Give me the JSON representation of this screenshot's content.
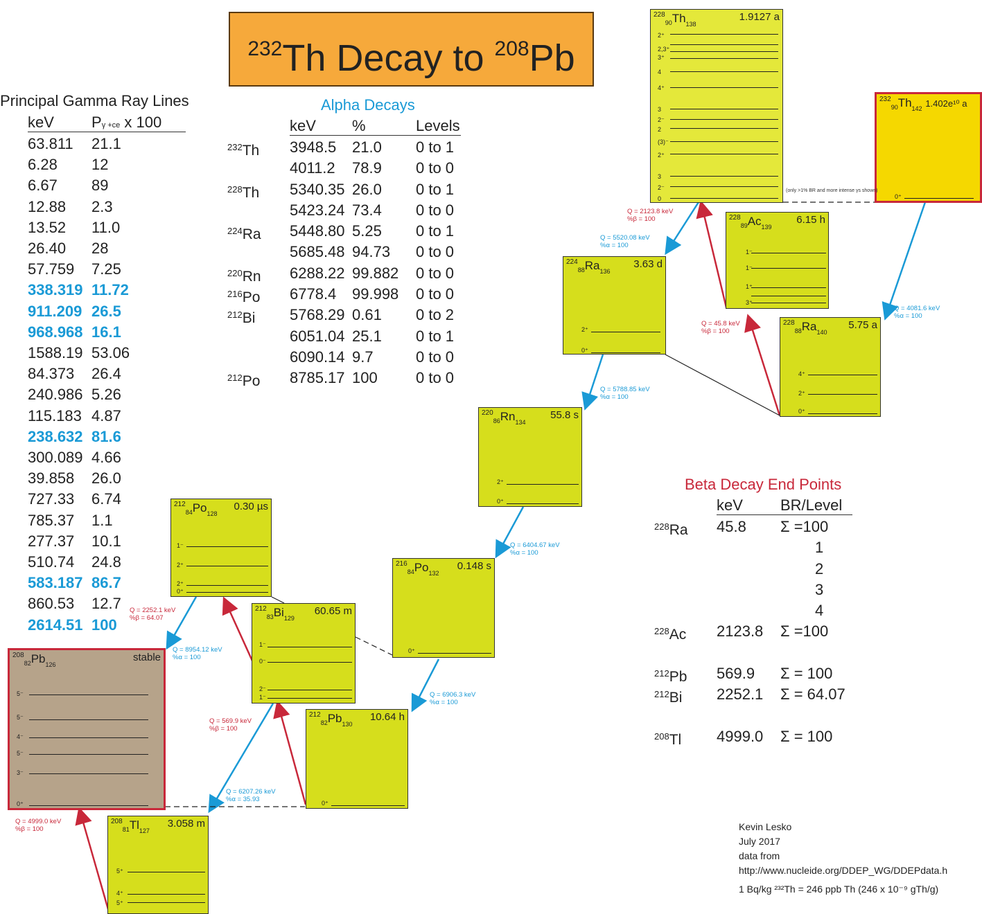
{
  "title": {
    "isotope1": "232",
    "element1": "Th",
    "decay_to": "Decay to",
    "isotope2": "208",
    "element2": "Pb"
  },
  "gamma": {
    "heading": "Principal Gamma Ray Lines",
    "col_kev": "keV",
    "col_p": "P",
    "col_p_sub": "γ +ce",
    "col_p_suffix": " x 100",
    "rows": [
      {
        "e": "63.811",
        "p": "21.1",
        "hl": false
      },
      {
        "e": "6.28",
        "p": "12",
        "hl": false
      },
      {
        "e": "6.67",
        "p": "89",
        "hl": false
      },
      {
        "e": "12.88",
        "p": "2.3",
        "hl": false
      },
      {
        "e": "13.52",
        "p": "11.0",
        "hl": false
      },
      {
        "e": "26.40",
        "p": "28",
        "hl": false
      },
      {
        "e": "57.759",
        "p": "7.25",
        "hl": false
      },
      {
        "e": "338.319",
        "p": "11.72",
        "hl": true
      },
      {
        "e": "911.209",
        "p": "26.5",
        "hl": true
      },
      {
        "e": "968.968",
        "p": "16.1",
        "hl": true
      },
      {
        "e": "1588.19",
        "p": "53.06",
        "hl": false
      },
      {
        "e": "84.373",
        "p": "26.4",
        "hl": false
      },
      {
        "e": "240.986",
        "p": "5.26",
        "hl": false
      },
      {
        "e": "115.183",
        "p": "4.87",
        "hl": false
      },
      {
        "e": "238.632",
        "p": "81.6",
        "hl": true
      },
      {
        "e": "300.089",
        "p": "4.66",
        "hl": false
      },
      {
        "e": "39.858",
        "p": "26.0",
        "hl": false
      },
      {
        "e": "727.33",
        "p": "6.74",
        "hl": false
      },
      {
        "e": "785.37",
        "p": "1.1",
        "hl": false
      },
      {
        "e": "277.37",
        "p": "10.1",
        "hl": false
      },
      {
        "e": "510.74",
        "p": "24.8",
        "hl": false
      },
      {
        "e": "583.187",
        "p": "86.7",
        "hl": true
      },
      {
        "e": "860.53",
        "p": "12.7",
        "hl": false
      },
      {
        "e": "2614.51",
        "p": "100",
        "hl": true
      }
    ]
  },
  "alpha": {
    "heading": "Alpha Decays",
    "col_kev": "keV",
    "col_pct": "%",
    "col_levels": "Levels",
    "rows": [
      {
        "a": "232",
        "el": "Th",
        "e": "3948.5",
        "pct": "21.0",
        "lv": "0 to 1"
      },
      {
        "a": "",
        "el": "",
        "e": "4011.2",
        "pct": "78.9",
        "lv": "0 to 0"
      },
      {
        "a": "228",
        "el": "Th",
        "e": "5340.35",
        "pct": "26.0",
        "lv": "0 to 1"
      },
      {
        "a": "",
        "el": "",
        "e": "5423.24",
        "pct": "73.4",
        "lv": "0 to 0"
      },
      {
        "a": "224",
        "el": "Ra",
        "e": "5448.80",
        "pct": "5.25",
        "lv": "0 to 1"
      },
      {
        "a": "",
        "el": "",
        "e": "5685.48",
        "pct": "94.73",
        "lv": "0 to 0"
      },
      {
        "a": "220",
        "el": "Rn",
        "e": "6288.22",
        "pct": "99.882",
        "lv": "0 to 0"
      },
      {
        "a": "216",
        "el": "Po",
        "e": "6778.4",
        "pct": "99.998",
        "lv": "0 to 0"
      },
      {
        "a": "212",
        "el": "Bi",
        "e": "5768.29",
        "pct": "0.61",
        "lv": "0 to 2"
      },
      {
        "a": "",
        "el": "",
        "e": "6051.04",
        "pct": "25.1",
        "lv": "0 to 1"
      },
      {
        "a": "",
        "el": "",
        "e": "6090.14",
        "pct": "9.7",
        "lv": "0 to 0"
      },
      {
        "a": "212",
        "el": "Po",
        "e": "8785.17",
        "pct": "100",
        "lv": "0 to 0"
      }
    ]
  },
  "beta": {
    "heading": "Beta Decay End Points",
    "col_kev": "keV",
    "col_br": "BR/Level",
    "rows": [
      {
        "a": "228",
        "el": "Ra",
        "e": "45.8",
        "br": "Σ =100"
      },
      {
        "a": "",
        "el": "",
        "e": "",
        "br": "1"
      },
      {
        "a": "",
        "el": "",
        "e": "",
        "br": "2"
      },
      {
        "a": "",
        "el": "",
        "e": "",
        "br": "3"
      },
      {
        "a": "",
        "el": "",
        "e": "",
        "br": "4"
      },
      {
        "a": "228",
        "el": "Ac",
        "e": "2123.8",
        "br": "Σ =100"
      },
      {
        "a": "",
        "el": "",
        "e": "",
        "br": ""
      },
      {
        "a": "212",
        "el": "Pb",
        "e": "569.9",
        "br": "Σ = 100"
      },
      {
        "a": "212",
        "el": "Bi",
        "e": "2252.1",
        "br": "Σ = 64.07"
      },
      {
        "a": "",
        "el": "",
        "e": "",
        "br": ""
      },
      {
        "a": "208",
        "el": "Tl",
        "e": "4999.0",
        "br": "Σ = 100"
      }
    ]
  },
  "nuclides": {
    "th232": {
      "a": "232",
      "z": "90",
      "el": "Th",
      "n": "142",
      "life": "1.402e¹⁰ a"
    },
    "th228": {
      "a": "228",
      "z": "90",
      "el": "Th",
      "n": "138",
      "life": "1.9127 a"
    },
    "ac228": {
      "a": "228",
      "z": "89",
      "el": "Ac",
      "n": "139",
      "life": "6.15 h"
    },
    "ra228": {
      "a": "228",
      "z": "88",
      "el": "Ra",
      "n": "140",
      "life": "5.75 a"
    },
    "ra224": {
      "a": "224",
      "z": "88",
      "el": "Ra",
      "n": "136",
      "life": "3.63 d"
    },
    "rn220": {
      "a": "220",
      "z": "86",
      "el": "Rn",
      "n": "134",
      "life": "55.8 s"
    },
    "po216": {
      "a": "216",
      "z": "84",
      "el": "Po",
      "n": "132",
      "life": "0.148 s"
    },
    "pb212": {
      "a": "212",
      "z": "82",
      "el": "Pb",
      "n": "130",
      "life": "10.64 h"
    },
    "bi212": {
      "a": "212",
      "z": "83",
      "el": "Bi",
      "n": "129",
      "life": "60.65 m"
    },
    "po212": {
      "a": "212",
      "z": "84",
      "el": "Po",
      "n": "128",
      "life": "0.30 µs"
    },
    "tl208": {
      "a": "208",
      "z": "81",
      "el": "Tl",
      "n": "127",
      "life": "3.058 m"
    },
    "pb208": {
      "a": "208",
      "z": "82",
      "el": "Pb",
      "n": "126",
      "life": "stable"
    }
  },
  "qvalues": {
    "th232_a": [
      "Q = 4081.6 keV",
      "%α = 100"
    ],
    "ra228_b": [
      "Q = 45.8 keV",
      "%β = 100"
    ],
    "ac228_b": [
      "Q = 2123.8 keV",
      "%β = 100"
    ],
    "th228_a": [
      "Q = 5520.08 keV",
      "%α = 100"
    ],
    "ra224_a": [
      "Q = 5788.85 keV",
      "%α = 100"
    ],
    "rn220_a": [
      "Q = 6404.67 keV",
      "%α = 100"
    ],
    "po216_a": [
      "Q = 6906.3 keV",
      "%α = 100"
    ],
    "pb212_b": [
      "Q = 569.9 keV",
      "%β = 100"
    ],
    "bi212_b": [
      "Q = 2252.1 keV",
      "%β = 64.07"
    ],
    "bi212_a": [
      "Q = 6207.26 keV",
      "%α = 35.93"
    ],
    "po212_a": [
      "Q = 8954.12 keV",
      "%α = 100"
    ],
    "tl208_b": [
      "Q = 4999.0 keV",
      "%β = 100"
    ]
  },
  "note_th228": "(only >1% BR and more intense γs shown)",
  "credits": {
    "author": "Kevin Lesko",
    "date": "July 2017",
    "from": "data from",
    "url": "http://www.nucleide.org/DDEP_WG/DDEPdata.h",
    "conv": "1 Bq/kg ²³²Th = 246 ppb Th (246 x 10⁻⁹ gTh/g)"
  },
  "colors": {
    "accent_blue": "#1a9ad6",
    "accent_red": "#c8283a",
    "box_yellow": "#d6de1c",
    "title_orange": "#f6a93b",
    "stable_tan": "#b6a38a"
  }
}
